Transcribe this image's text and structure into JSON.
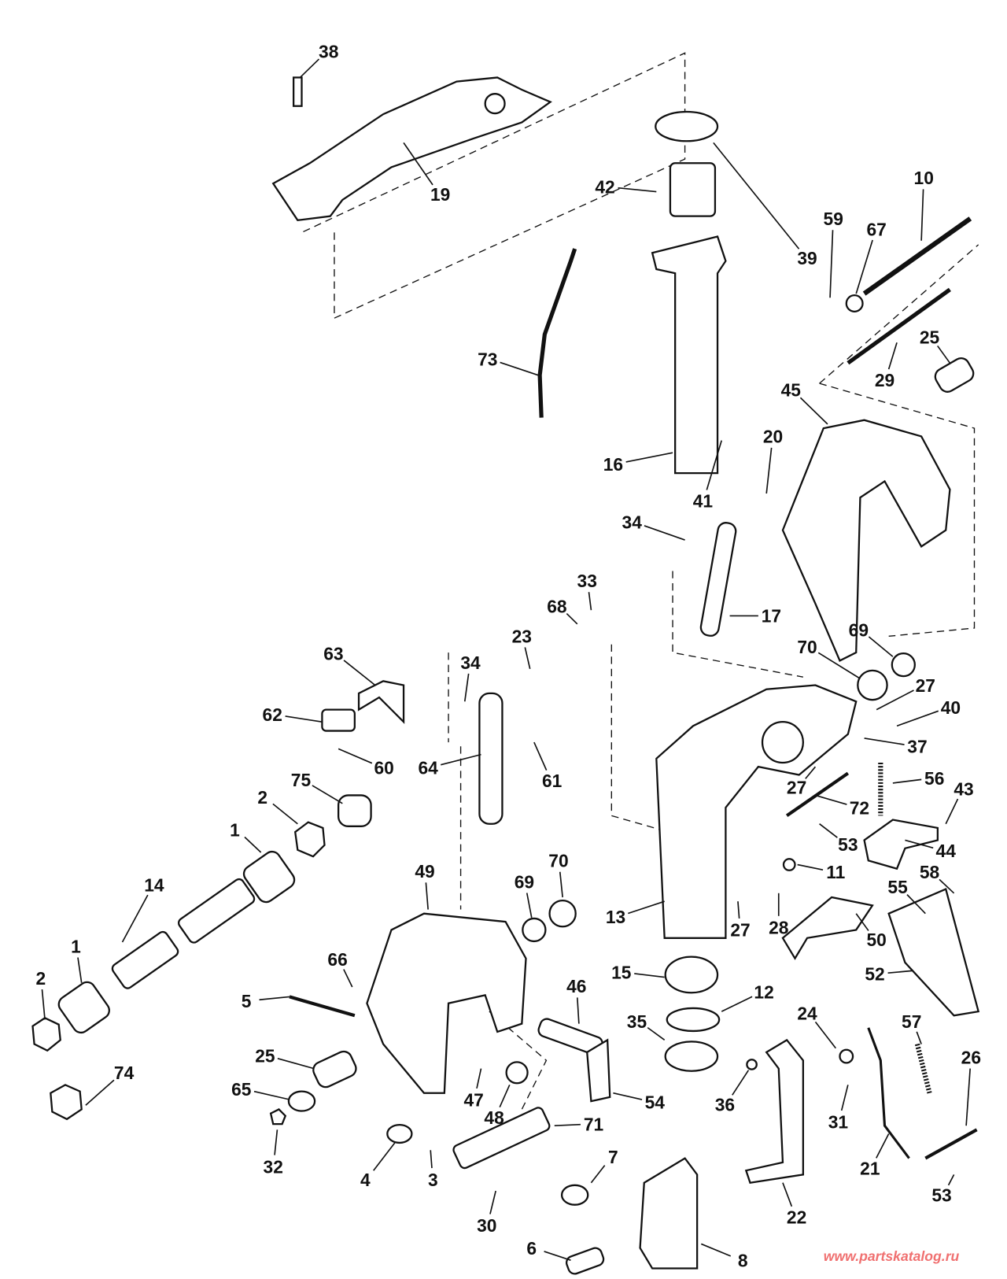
{
  "diagram": {
    "callouts": [
      "38",
      "19",
      "42",
      "39",
      "10",
      "59",
      "67",
      "25",
      "29",
      "73",
      "16",
      "41",
      "20",
      "45",
      "34",
      "17",
      "33",
      "68",
      "23",
      "34",
      "63",
      "62",
      "60",
      "64",
      "61",
      "69",
      "70",
      "27",
      "40",
      "37",
      "56",
      "43",
      "27",
      "72",
      "53",
      "44",
      "11",
      "58",
      "55",
      "75",
      "2",
      "1",
      "14",
      "1",
      "2",
      "49",
      "69",
      "70",
      "13",
      "27",
      "28",
      "50",
      "52",
      "15",
      "12",
      "66",
      "5",
      "46",
      "35",
      "24",
      "57",
      "26",
      "25",
      "65",
      "74",
      "47",
      "48",
      "54",
      "71",
      "36",
      "31",
      "21",
      "22",
      "53",
      "32",
      "4",
      "3",
      "7",
      "30",
      "6",
      "8"
    ],
    "watermark": "www.partskatalog.ru"
  }
}
